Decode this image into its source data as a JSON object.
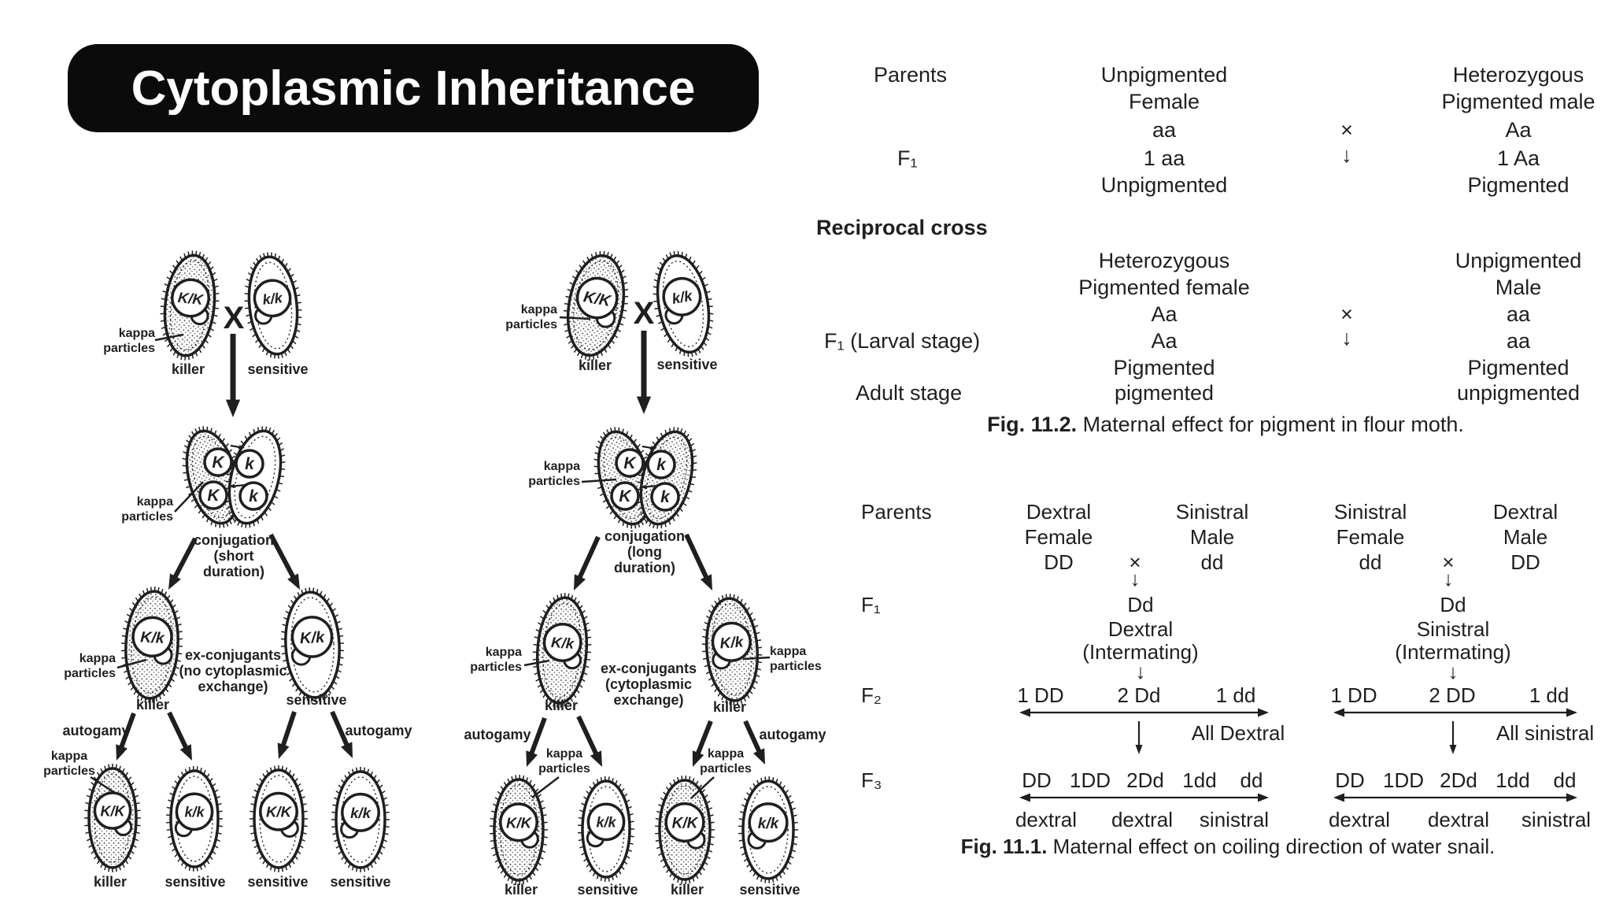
{
  "title": {
    "text": "Cytoplasmic Inheritance"
  },
  "colors": {
    "paper": "#ffffff",
    "ink": "#1f1f1f",
    "banner_bg": "#0b0b0b",
    "banner_text": "#ffffff"
  },
  "kappa_diagrams": {
    "shared": {
      "kappa_label": "kappa\nparticles",
      "autogamy_label": "autogamy",
      "cross_symbol": "X"
    },
    "short": {
      "parents": [
        {
          "genotype": "K/K",
          "label": "killer"
        },
        {
          "genotype": "k/k",
          "label": "sensitive"
        }
      ],
      "conjugant_nuclei": [
        "K",
        "k",
        "K",
        "k"
      ],
      "conjugation_note": "conjugation\n(short\nduration)",
      "exconjugant_note": "ex-conjugants\n(no cytoplasmic\nexchange)",
      "exconjugants": [
        {
          "genotype": "K/k",
          "label": "killer"
        },
        {
          "genotype": "K/k",
          "label": "sensitive"
        }
      ],
      "offspring": [
        {
          "genotype": "K/K",
          "label": "killer"
        },
        {
          "genotype": "k/k",
          "label": "sensitive"
        },
        {
          "genotype": "K/K",
          "label": "sensitive"
        },
        {
          "genotype": "k/k",
          "label": "sensitive"
        }
      ]
    },
    "long": {
      "parents": [
        {
          "genotype": "K/K",
          "label": "killer"
        },
        {
          "genotype": "k/k",
          "label": "sensitive"
        }
      ],
      "conjugant_nuclei": [
        "K",
        "k",
        "K",
        "k"
      ],
      "conjugation_note": "conjugation\n(long\nduration)",
      "exconjugant_note": "ex-conjugants\n(cytoplasmic\nexchange)",
      "exconjugants": [
        {
          "genotype": "K/k",
          "label": "killer"
        },
        {
          "genotype": "K/k",
          "label": "killer"
        }
      ],
      "offspring": [
        {
          "genotype": "K/K",
          "label": "killer"
        },
        {
          "genotype": "k/k",
          "label": "sensitive"
        },
        {
          "genotype": "K/K",
          "label": "killer"
        },
        {
          "genotype": "k/k",
          "label": "sensitive"
        }
      ]
    }
  },
  "moth_figure": {
    "row_labels": {
      "parents": "Parents",
      "f1": "F₁",
      "reciprocal": "Reciprocal cross",
      "f1_larval": "F₁ (Larval stage)",
      "adult": "Adult stage"
    },
    "cross1": {
      "left": [
        "Unpigmented",
        "Female",
        "aa"
      ],
      "cross": "×",
      "right": [
        "Heterozygous",
        "Pigmented male",
        "Aa"
      ],
      "arrow": "↓",
      "f1_left": "1 aa",
      "f1_right": "1 Aa",
      "result_left": "Unpigmented",
      "result_right": "Pigmented"
    },
    "cross2": {
      "left": [
        "Heterozygous",
        "Pigmented female",
        "Aa"
      ],
      "cross": "×",
      "right": [
        "Unpigmented",
        "Male",
        "aa"
      ],
      "arrow": "↓",
      "f1_left": "Aa",
      "f1_right": "aa",
      "result_left": "Pigmented",
      "result_right": "Pigmented",
      "adult_left": "pigmented",
      "adult_right": "unpigmented"
    },
    "caption": {
      "bold": "Fig. 11.2.",
      "text": " Maternal effect for pigment in flour moth."
    }
  },
  "snail_figure": {
    "row_labels": {
      "parents": "Parents",
      "f1": "F₁",
      "f2": "F₂",
      "f3": "F₃"
    },
    "panels": [
      {
        "female": [
          "Dextral",
          "Female",
          "DD"
        ],
        "cross": "×",
        "male": [
          "Sinistral",
          "Male",
          "dd"
        ],
        "arrow": "↓",
        "f1": [
          "Dd",
          "Dextral",
          "(Intermating)"
        ],
        "f1_arrow": "↓",
        "f2": [
          "1 DD",
          "2 Dd",
          "1 dd"
        ],
        "f2_result": "All Dextral",
        "f3": [
          "DD",
          "1DD",
          "2Dd",
          "1dd",
          "dd"
        ],
        "f3_phenotypes": [
          "dextral",
          "dextral",
          "sinistral"
        ]
      },
      {
        "female": [
          "Sinistral",
          "Female",
          "dd"
        ],
        "cross": "×",
        "male": [
          "Dextral",
          "Male",
          "DD"
        ],
        "arrow": "↓",
        "f1": [
          "Dd",
          "Sinistral",
          "(Intermating)"
        ],
        "f1_arrow": "↓",
        "f2": [
          "1 DD",
          "2 DD",
          "1 dd"
        ],
        "f2_result": "All sinistral",
        "f3": [
          "DD",
          "1DD",
          "2Dd",
          "1dd",
          "dd"
        ],
        "f3_phenotypes": [
          "dextral",
          "dextral",
          "sinistral"
        ]
      }
    ],
    "caption": {
      "bold": "Fig. 11.1.",
      "text": " Maternal effect on coiling direction of water snail."
    }
  }
}
